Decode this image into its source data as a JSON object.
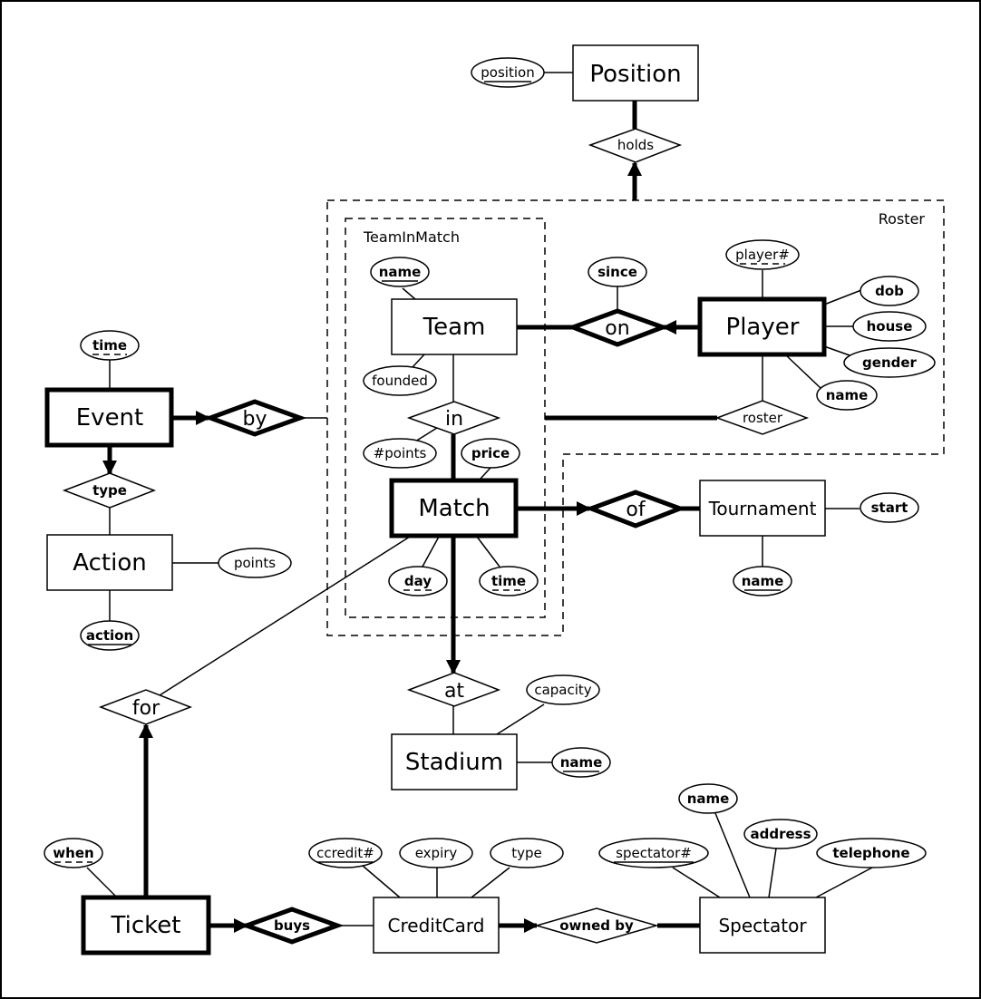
{
  "aggregations": {
    "roster": "Roster",
    "team_in_match": "TeamInMatch"
  },
  "entities": {
    "position": "Position",
    "team": "Team",
    "player": "Player",
    "event": "Event",
    "match": "Match",
    "tournament": "Tournament",
    "action": "Action",
    "stadium": "Stadium",
    "ticket": "Ticket",
    "creditcard": "CreditCard",
    "spectator": "Spectator"
  },
  "relationships": {
    "holds": "holds",
    "on": "on",
    "by": "by",
    "in": "in",
    "roster": "roster",
    "type": "type",
    "of": "of",
    "at": "at",
    "for": "for",
    "buys": "buys",
    "owned_by": "owned by"
  },
  "attributes": {
    "position": "position",
    "team_name": "name",
    "team_founded": "founded",
    "on_since": "since",
    "player_number": "player#",
    "player_dob": "dob",
    "player_house": "house",
    "player_gender": "gender",
    "player_name": "name",
    "event_time": "time",
    "in_points": "#points",
    "match_price": "price",
    "match_day": "day",
    "match_time": "time",
    "tournament_start": "start",
    "tournament_name": "name",
    "action_points": "points",
    "action_action": "action",
    "stadium_capacity": "capacity",
    "stadium_name": "name",
    "ticket_when": "when",
    "card_ccredit": "ccredit#",
    "card_expiry": "expiry",
    "card_type": "type",
    "spectator_number": "spectator#",
    "spectator_name": "name",
    "spectator_address": "address",
    "spectator_telephone": "telephone"
  }
}
